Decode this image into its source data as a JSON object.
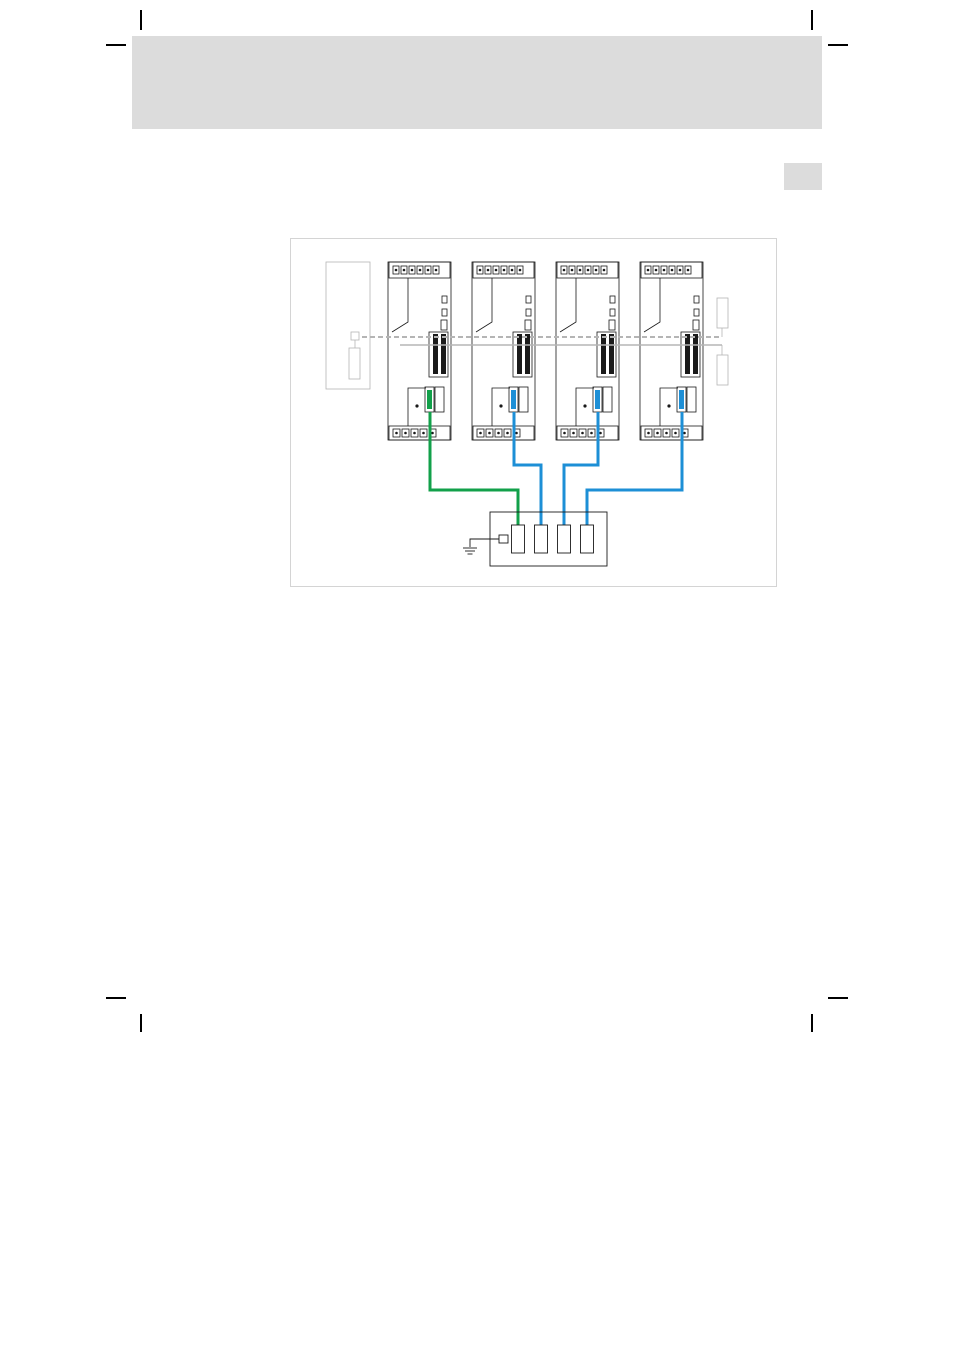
{
  "page": {
    "header_band": "",
    "side_tab": ""
  },
  "figure": {
    "colors": {
      "frame": "#d4d4d4",
      "master_cable": "#12a04a",
      "slave_cable": "#1d8fd6",
      "line": "#1a1a1a",
      "dashed_bus": "#b5b5b5"
    },
    "drives": [
      {
        "cable": "master"
      },
      {
        "cable": "slave"
      },
      {
        "cable": "slave"
      },
      {
        "cable": "slave"
      }
    ],
    "distributor_ports": 4
  }
}
